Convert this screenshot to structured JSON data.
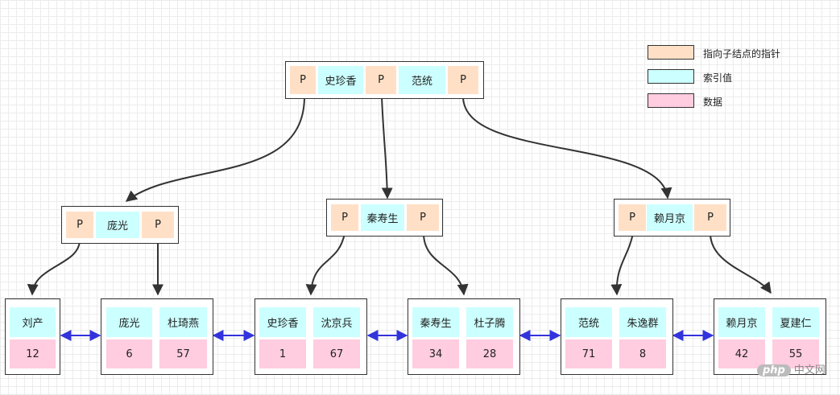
{
  "legend": [
    {
      "label": "指向子结点的指针",
      "color": "#ffe0c6"
    },
    {
      "label": "索引值",
      "color": "#ccffff"
    },
    {
      "label": "数据",
      "color": "#ffcce0"
    }
  ],
  "root": {
    "cells": [
      "P",
      "史珍香",
      "P",
      "范统",
      "P"
    ]
  },
  "internal": [
    {
      "cells": [
        "P",
        "庞光",
        "P"
      ]
    },
    {
      "cells": [
        "P",
        "秦寿生",
        "P"
      ]
    },
    {
      "cells": [
        "P",
        "赖月京",
        "P"
      ]
    }
  ],
  "leaves": [
    {
      "keys": [
        "刘产"
      ],
      "data": [
        "12"
      ]
    },
    {
      "keys": [
        "庞光",
        "杜琦燕"
      ],
      "data": [
        "6",
        "57"
      ]
    },
    {
      "keys": [
        "史珍香",
        "沈京兵"
      ],
      "data": [
        "1",
        "67"
      ]
    },
    {
      "keys": [
        "秦寿生",
        "杜子腾"
      ],
      "data": [
        "34",
        "28"
      ]
    },
    {
      "keys": [
        "范统",
        "朱逸群"
      ],
      "data": [
        "71",
        "8"
      ]
    },
    {
      "keys": [
        "赖月京",
        "夏建仁"
      ],
      "data": [
        "42",
        "55"
      ]
    }
  ],
  "colors": {
    "pointer": "#ffe0c6",
    "key": "#ccffff",
    "data": "#ffcce0",
    "arrow": "#333333",
    "link": "#3333dd"
  },
  "watermark": {
    "logo": "php",
    "text": "中文网"
  }
}
